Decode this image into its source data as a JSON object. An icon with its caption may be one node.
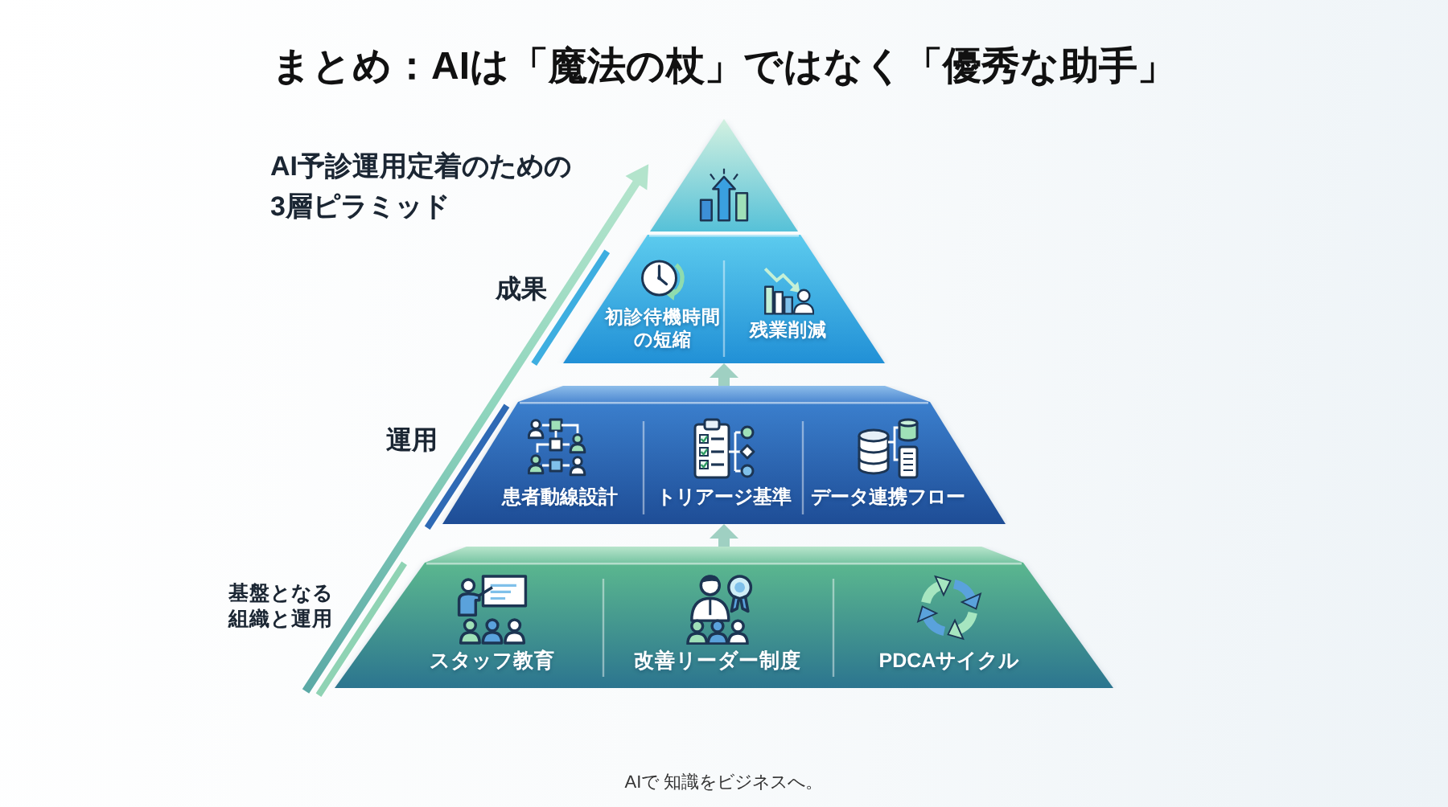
{
  "diagram": {
    "title": "まとめ：AIは「魔法の杖」ではなく「優秀な助手」",
    "nodes": [
      {
        "text": [],
        "shape": "triangle"
      },
      {
        "text": [
          "成果"
        ]
      },
      {
        "text": [
          "初診待機時間の短縮"
        ],
        "in": 1
      },
      {
        "text": [
          "残業削減"
        ],
        "in": 1
      },
      {
        "text": [
          "運用"
        ]
      },
      {
        "text": [
          "患者動線設計"
        ],
        "in": 4
      },
      {
        "text": [
          "トリアージ基準"
        ],
        "in": 4
      },
      {
        "text": [
          "データ連携フロー"
        ],
        "in": 4
      },
      {
        "text": [
          "基盤となる組織と運用"
        ]
      },
      {
        "text": [
          "スタッフ教育"
        ],
        "in": 8
      },
      {
        "text": [
          "改善リーダー制度"
        ],
        "in": 8
      },
      {
        "text": [
          "PDCAサイクル"
        ],
        "in": 8
      }
    ],
    "edges": [
      {
        "from": 8,
        "to": 4,
        "arrow": "to"
      },
      {
        "from": 4,
        "to": 1,
        "arrow": "to"
      }
    ],
    "labels": [
      "AI予診運用定着のための3層ピラミッド",
      "AIで 知識をビジネスへ。"
    ]
  }
}
